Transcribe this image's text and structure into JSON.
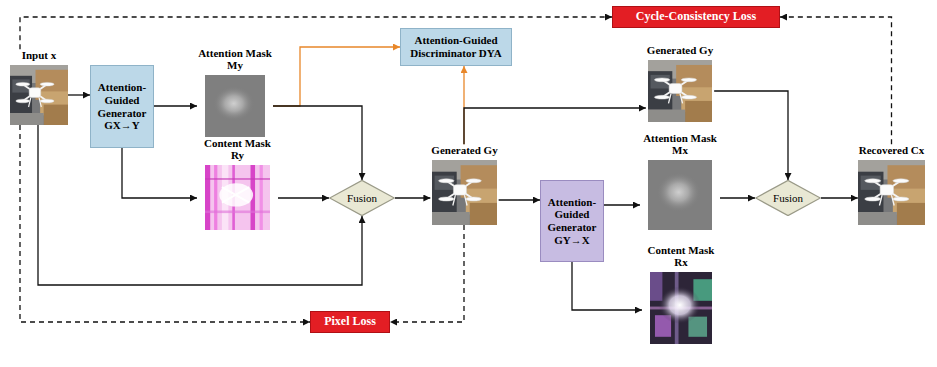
{
  "diagram": {
    "nodes": [
      {
        "text": [
          "Cycle-Consistency Loss"
        ]
      },
      {
        "text": [
          "Attention-Guided Discriminator DYA"
        ]
      },
      {
        "text": [
          "Input x"
        ]
      },
      {
        "text": [
          "Attention-Guided Generator GX→Y"
        ]
      },
      {
        "text": [
          "Attention Mask My"
        ]
      },
      {
        "text": [
          "Generated Gy"
        ]
      },
      {
        "text": [
          "Content Mask Ry"
        ]
      },
      {
        "text": [
          "Fusion"
        ]
      },
      {
        "text": [
          "Generated Gy"
        ]
      },
      {
        "text": [
          "Attention-Guided Generator GY→X"
        ]
      },
      {
        "text": [
          "Attention Mask Mx"
        ]
      },
      {
        "text": [
          "Fusion"
        ]
      },
      {
        "text": [
          "Recovered Cx"
        ]
      },
      {
        "text": [
          "Content Mask Rx"
        ]
      },
      {
        "text": [
          "Pixel Loss"
        ]
      }
    ],
    "edges": [
      {
        "from": 2,
        "to": 3,
        "arrow": "to"
      },
      {
        "from": 3,
        "to": 4,
        "arrow": "to"
      },
      {
        "from": 3,
        "to": 6,
        "arrow": "to"
      },
      {
        "from": 4,
        "to": 7,
        "arrow": "to"
      },
      {
        "from": 6,
        "to": 7,
        "arrow": "to"
      },
      {
        "from": 2,
        "to": 7,
        "arrow": "to"
      },
      {
        "from": 4,
        "to": 1,
        "arrow": "to"
      },
      {
        "from": 7,
        "to": 8,
        "arrow": "to"
      },
      {
        "from": 8,
        "to": 1,
        "arrow": "to"
      },
      {
        "from": 8,
        "to": 5,
        "arrow": "to"
      },
      {
        "from": 8,
        "to": 9,
        "arrow": "to"
      },
      {
        "from": 9,
        "to": 10,
        "arrow": "to"
      },
      {
        "from": 9,
        "to": 13,
        "arrow": "to"
      },
      {
        "from": 5,
        "to": 11,
        "arrow": "to"
      },
      {
        "from": 10,
        "to": 11,
        "arrow": "to"
      },
      {
        "from": 11,
        "to": 12,
        "arrow": "to"
      },
      {
        "from": 2,
        "to": 0,
        "arrow": "to"
      },
      {
        "from": 12,
        "to": 0,
        "arrow": "to"
      },
      {
        "from": 2,
        "to": 14,
        "arrow": "to"
      },
      {
        "from": 8,
        "to": 14,
        "arrow": "to"
      }
    ]
  }
}
